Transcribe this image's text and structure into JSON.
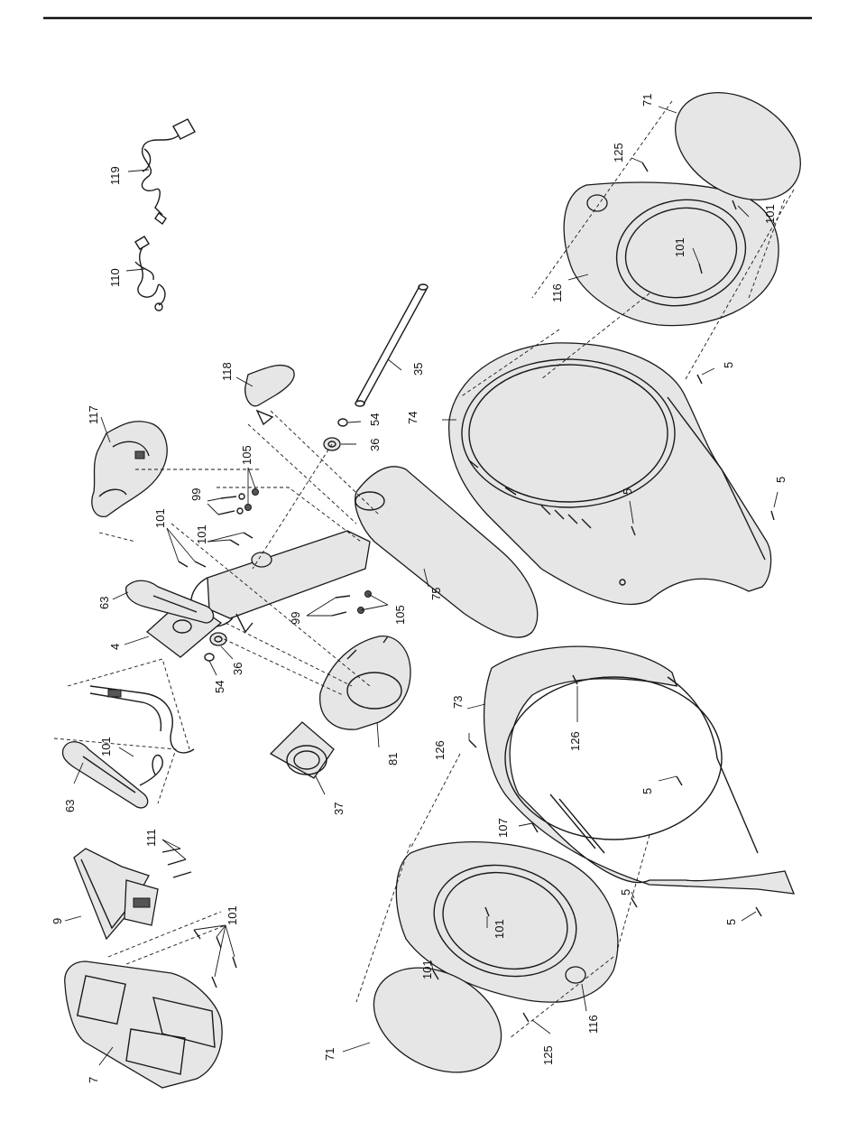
{
  "labels": [
    {
      "id": "p119",
      "text": "119"
    },
    {
      "id": "p110",
      "text": "110"
    },
    {
      "id": "p117",
      "text": "117"
    },
    {
      "id": "p118",
      "text": "118"
    },
    {
      "id": "p35",
      "text": "35"
    },
    {
      "id": "p54a",
      "text": "54"
    },
    {
      "id": "p36a",
      "text": "36"
    },
    {
      "id": "p99a",
      "text": "99"
    },
    {
      "id": "p105a",
      "text": "105"
    },
    {
      "id": "p101a",
      "text": "101"
    },
    {
      "id": "p101b",
      "text": "101"
    },
    {
      "id": "p63a",
      "text": "63"
    },
    {
      "id": "p4",
      "text": "4"
    },
    {
      "id": "p99b",
      "text": "99"
    },
    {
      "id": "p105b",
      "text": "105"
    },
    {
      "id": "p75",
      "text": "75"
    },
    {
      "id": "p36b",
      "text": "36"
    },
    {
      "id": "p54b",
      "text": "54"
    },
    {
      "id": "p63b",
      "text": "63"
    },
    {
      "id": "p101c",
      "text": "101"
    },
    {
      "id": "p81",
      "text": "81"
    },
    {
      "id": "p37",
      "text": "37"
    },
    {
      "id": "p111",
      "text": "111"
    },
    {
      "id": "p9",
      "text": "9"
    },
    {
      "id": "p101d",
      "text": "101"
    },
    {
      "id": "p7",
      "text": "7"
    },
    {
      "id": "p71a",
      "text": "71"
    },
    {
      "id": "p125a",
      "text": "125"
    },
    {
      "id": "p101e",
      "text": "101"
    },
    {
      "id": "p101f",
      "text": "101"
    },
    {
      "id": "p116a",
      "text": "116"
    },
    {
      "id": "p74",
      "text": "74"
    },
    {
      "id": "p5a",
      "text": "5"
    },
    {
      "id": "p5b",
      "text": "5"
    },
    {
      "id": "p5c",
      "text": "5"
    },
    {
      "id": "p73",
      "text": "73"
    },
    {
      "id": "p126a",
      "text": "126"
    },
    {
      "id": "p126b",
      "text": "126"
    },
    {
      "id": "p5d",
      "text": "5"
    },
    {
      "id": "p107",
      "text": "107"
    },
    {
      "id": "p5e",
      "text": "5"
    },
    {
      "id": "p5f",
      "text": "5"
    },
    {
      "id": "p101g",
      "text": "101"
    },
    {
      "id": "p101h",
      "text": "101"
    },
    {
      "id": "p116b",
      "text": "116"
    },
    {
      "id": "p71b",
      "text": "71"
    },
    {
      "id": "p125b",
      "text": "125"
    }
  ]
}
